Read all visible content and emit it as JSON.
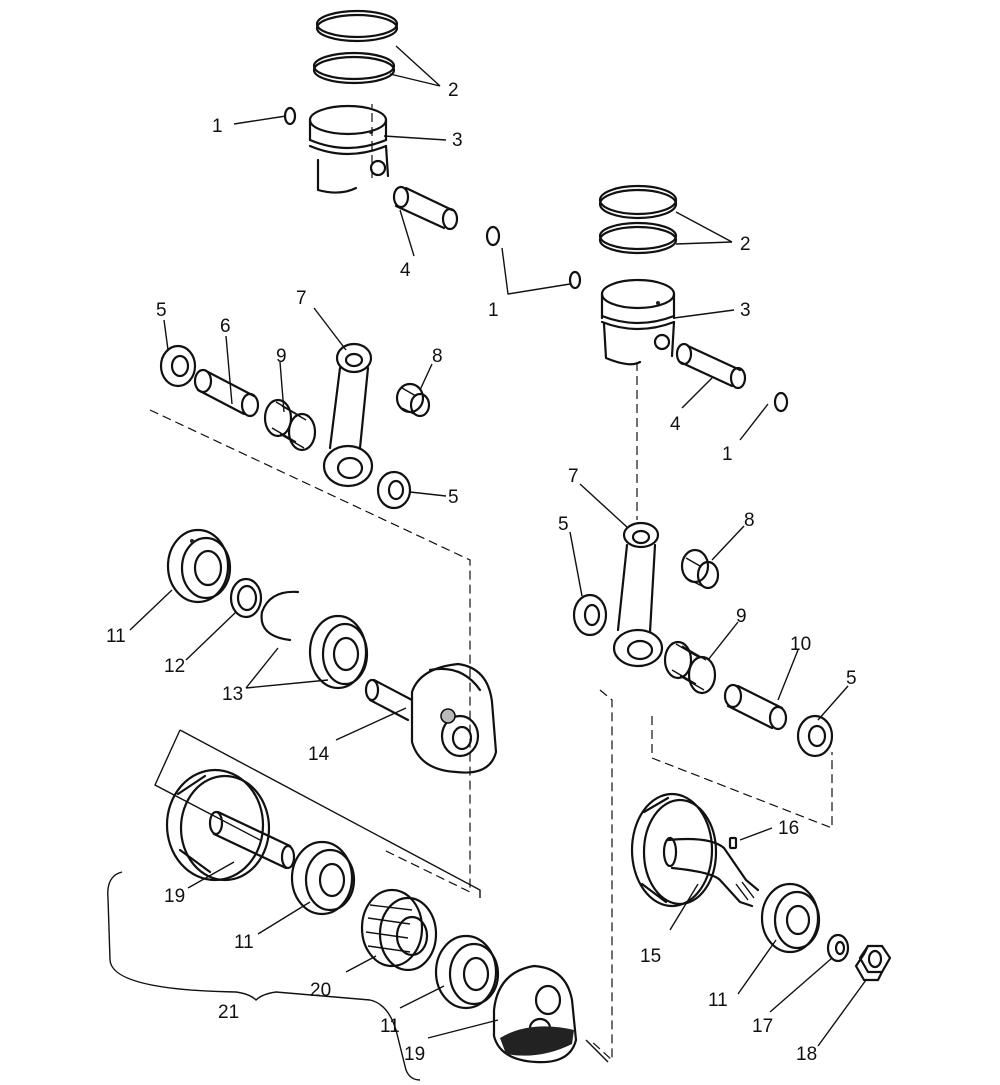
{
  "callouts": [
    {
      "id": "c1a",
      "text": "1"
    },
    {
      "id": "c2a",
      "text": "2"
    },
    {
      "id": "c3a",
      "text": "3"
    },
    {
      "id": "c4a",
      "text": "4"
    },
    {
      "id": "c2b",
      "text": "2"
    },
    {
      "id": "c1b",
      "text": "1"
    },
    {
      "id": "c3b",
      "text": "3"
    },
    {
      "id": "c4b",
      "text": "4"
    },
    {
      "id": "c1c",
      "text": "1"
    },
    {
      "id": "c5a",
      "text": "5"
    },
    {
      "id": "c6a",
      "text": "6"
    },
    {
      "id": "c7a",
      "text": "7"
    },
    {
      "id": "c8a",
      "text": "8"
    },
    {
      "id": "c9a",
      "text": "9"
    },
    {
      "id": "c5b",
      "text": "5"
    },
    {
      "id": "c7b",
      "text": "7"
    },
    {
      "id": "c8b",
      "text": "8"
    },
    {
      "id": "c5c",
      "text": "5"
    },
    {
      "id": "c9b",
      "text": "9"
    },
    {
      "id": "c10",
      "text": "10"
    },
    {
      "id": "c5d",
      "text": "5"
    },
    {
      "id": "c11a",
      "text": "11"
    },
    {
      "id": "c12",
      "text": "12"
    },
    {
      "id": "c13",
      "text": "13"
    },
    {
      "id": "c14",
      "text": "14"
    },
    {
      "id": "c16",
      "text": "16"
    },
    {
      "id": "c19a",
      "text": "19"
    },
    {
      "id": "c11b",
      "text": "11"
    },
    {
      "id": "c20",
      "text": "20"
    },
    {
      "id": "c21",
      "text": "21"
    },
    {
      "id": "c11c",
      "text": "11"
    },
    {
      "id": "c19b",
      "text": "19"
    },
    {
      "id": "c15",
      "text": "15"
    },
    {
      "id": "c11d",
      "text": "11"
    },
    {
      "id": "c17",
      "text": "17"
    },
    {
      "id": "c18",
      "text": "18"
    }
  ]
}
